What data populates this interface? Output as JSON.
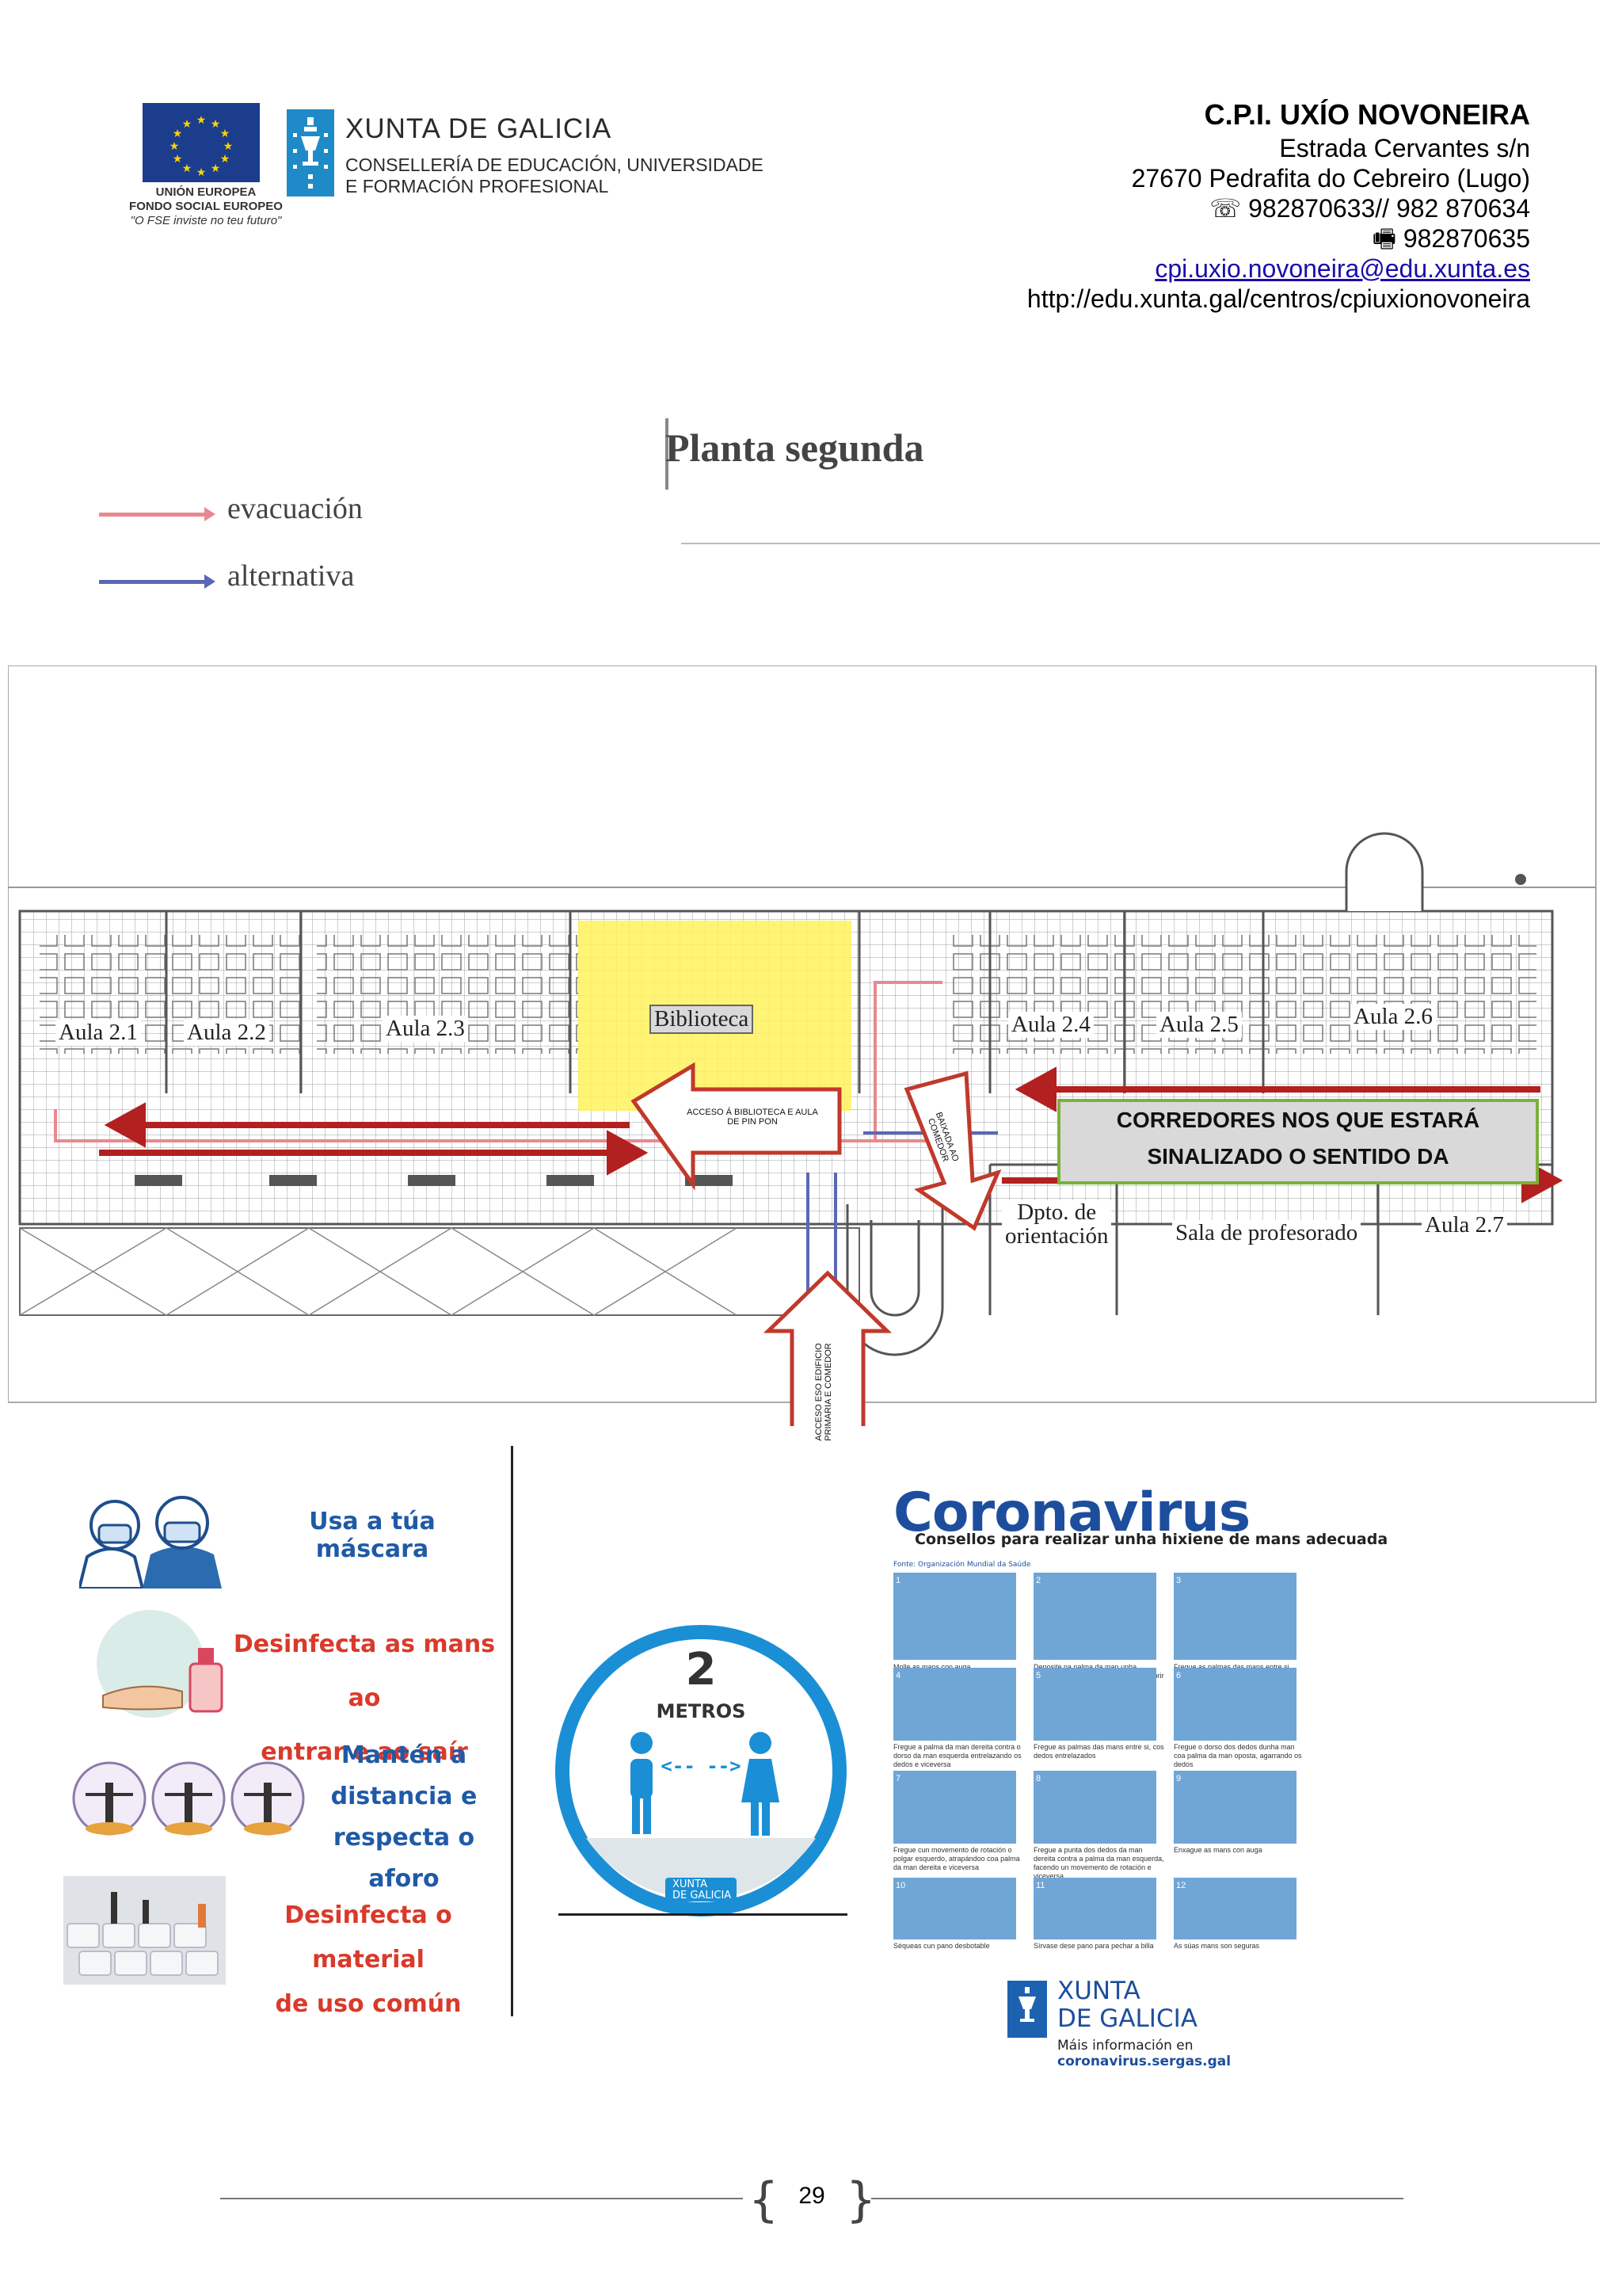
{
  "header": {
    "eu": {
      "line1": "UNIÓN EUROPEA",
      "line2": "FONDO SOCIAL EUROPEO",
      "slogan": "\"O FSE inviste no teu futuro\""
    },
    "xunta": {
      "name": "XUNTA DE GALICIA",
      "dept_line1": "CONSELLERÍA DE EDUCACIÓN, UNIVERSIDADE",
      "dept_line2": "E FORMACIÓN PROFESIONAL"
    },
    "school": {
      "name": "C.P.I. UXÍO NOVONEIRA",
      "address1": "Estrada Cervantes s/n",
      "address2": "27670 Pedrafita do Cebreiro (Lugo)",
      "phone": "☏ 982870633// 982 870634",
      "fax": "🖷 982870635",
      "email": "cpi.uxio.novoneira@edu.xunta.es",
      "web": "http://edu.xunta.gal/centros/cpiuxionovoneira"
    }
  },
  "plan": {
    "title": "Planta segunda",
    "legend": [
      {
        "label": "evacuación",
        "color": "#e8898f"
      },
      {
        "label": "alternativa",
        "color": "#5b67b5"
      }
    ],
    "rooms": {
      "aula21": "Aula 2.1",
      "aula22": "Aula 2.2",
      "aula23": "Aula 2.3",
      "biblioteca": "Biblioteca",
      "aula24": "Aula 2.4",
      "aula25": "Aula 2.5",
      "aula26": "Aula 2.6",
      "dpto_line1": "Dpto. de",
      "dpto_line2": "orientación",
      "sala": "Sala de profesorado",
      "aula27": "Aula 2.7"
    },
    "callouts": {
      "biblioteca_line1": "ACCESO  Á BIBLIOTECA E AULA",
      "biblioteca_line2": "DE PIN PON",
      "baixada_line1": "BAIXADA AO",
      "baixada_line2": "COMEDOR",
      "acceso_line1": "ACCESO  ESO EDIFICIO",
      "acceso_line2": "PRIMARIA E COMEDOR"
    },
    "banner": {
      "line1": "CORREDORES NOS QUE ESTARÁ",
      "line2": "SINALIZADO O SENTIDO DA"
    },
    "colors": {
      "highlight": "#fff25c",
      "arrow": "#b22020",
      "banner_border": "#7bb13a"
    }
  },
  "tips": [
    {
      "line1": "Usa a túa máscara",
      "line2": "",
      "line3": ""
    },
    {
      "line1": "Desinfecta as mans ao",
      "line2": "entrar e ao saír",
      "line3": ""
    },
    {
      "line1": "Mantén a",
      "line2": "distancia e",
      "line3": "respecta o aforo"
    },
    {
      "line1": "Desinfecta o material",
      "line2": "de uso común",
      "line3": ""
    }
  ],
  "distance": {
    "number": "2",
    "unit": "METROS",
    "arrow": "<-- -->",
    "brand_line1": "XUNTA",
    "brand_line2": "DE GALICIA"
  },
  "coronavirus": {
    "title": "Coronavirus",
    "subtitle": "Consellos para realizar unha hixiene de mans adecuada",
    "source": "Fonte: Organización Mundial da Saúde",
    "steps": [
      {
        "n": "1",
        "text": "Molle as mans con auga"
      },
      {
        "n": "2",
        "text": "Deposite na palma da man unha cantidade de xabón suficiente para cubrir toda a superficie das mans"
      },
      {
        "n": "3",
        "text": "Fregue as palmas das mans entre si"
      },
      {
        "n": "4",
        "text": "Fregue a palma da man dereita contra o dorso da man esquerda entrelazando os dedos e viceversa"
      },
      {
        "n": "5",
        "text": "Fregue as palmas das mans entre si, cos dedos entrelazados"
      },
      {
        "n": "6",
        "text": "Fregue o dorso dos dedos dunha man coa palma da man oposta, agarrando os dedos"
      },
      {
        "n": "7",
        "text": "Fregue cun movemento de rotación o polgar esquerdo, atrapándoo coa palma da man dereita e viceversa"
      },
      {
        "n": "8",
        "text": "Fregue a punta dos dedos da man dereita contra a palma da man esquerda, facendo un movemento de rotación e viceversa"
      },
      {
        "n": "9",
        "text": "Enxague as mans con auga"
      },
      {
        "n": "10",
        "text": "Séqueas cun pano desbotable"
      },
      {
        "n": "11",
        "text": "Sírvase dese pano para pechar a billa"
      },
      {
        "n": "12",
        "text": "As súas mans son seguras"
      }
    ],
    "brand_line1": "XUNTA",
    "brand_line2": "DE GALICIA",
    "more_info": "Máis información en",
    "link": "coronavirus.sergas.gal"
  },
  "footer": {
    "page": "29"
  }
}
